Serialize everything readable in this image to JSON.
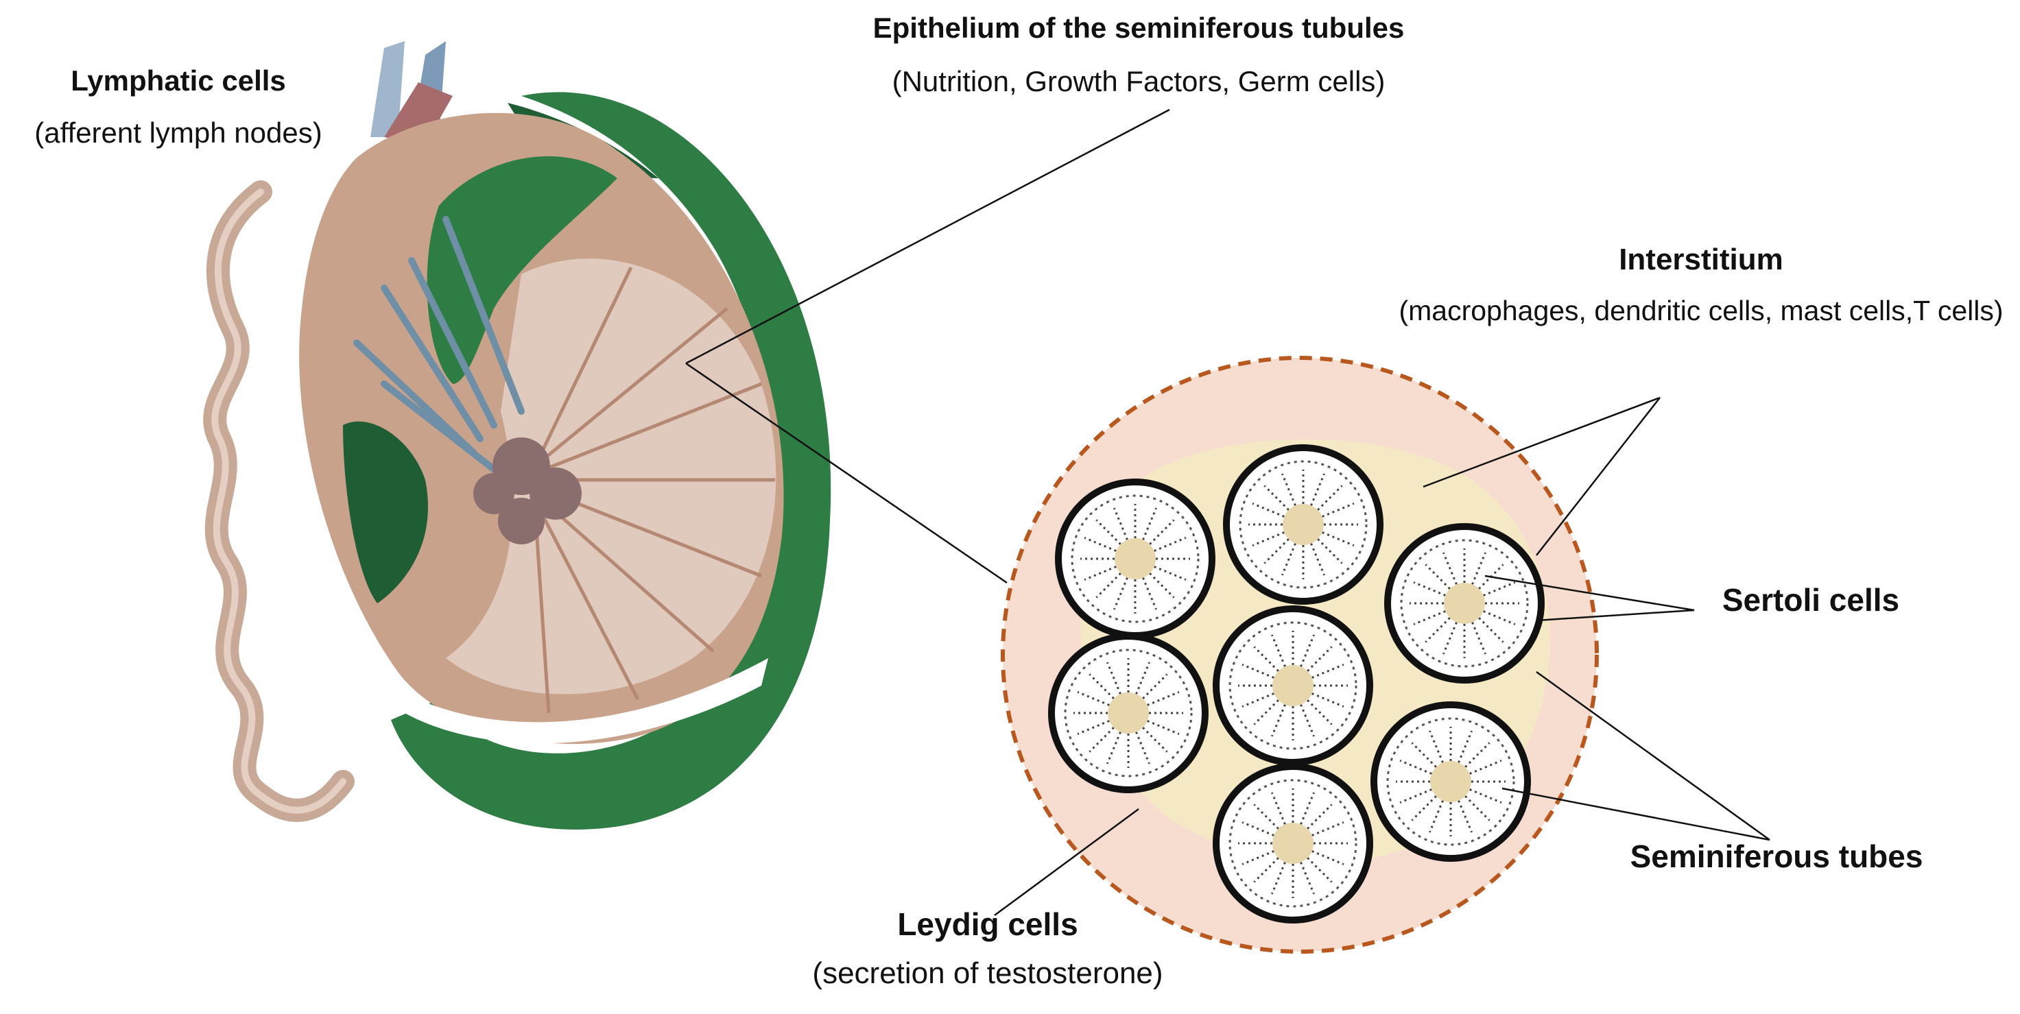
{
  "labels": {
    "lymphatic": {
      "title": "Lymphatic cells",
      "sub": "(afferent  lymph nodes)"
    },
    "epithelium": {
      "title": "Epithelium of the seminiferous tubules",
      "sub": "(Nutrition, Growth Factors, Germ cells)"
    },
    "interstitium": {
      "title": "Interstitium",
      "sub": "(macrophages,  dendritic cells, mast cells,T cells)"
    },
    "sertoli": {
      "title": "Sertoli cells"
    },
    "seminiferous": {
      "title": "Seminiferous tubes"
    },
    "leydig": {
      "title": "Leydig cells",
      "sub": "(secretion of testosterone)"
    }
  },
  "colors": {
    "testis_flesh": "#c9a28c",
    "tunica_green": "#2e7d45",
    "dark_green": "#1f5e34",
    "vessel_blue": "#6f8fa6",
    "inset_fill": "#f7ddd0",
    "inset_border": "#b8581e",
    "interstitium_cream": "#f4e9c4",
    "tubule_border": "#111111"
  }
}
